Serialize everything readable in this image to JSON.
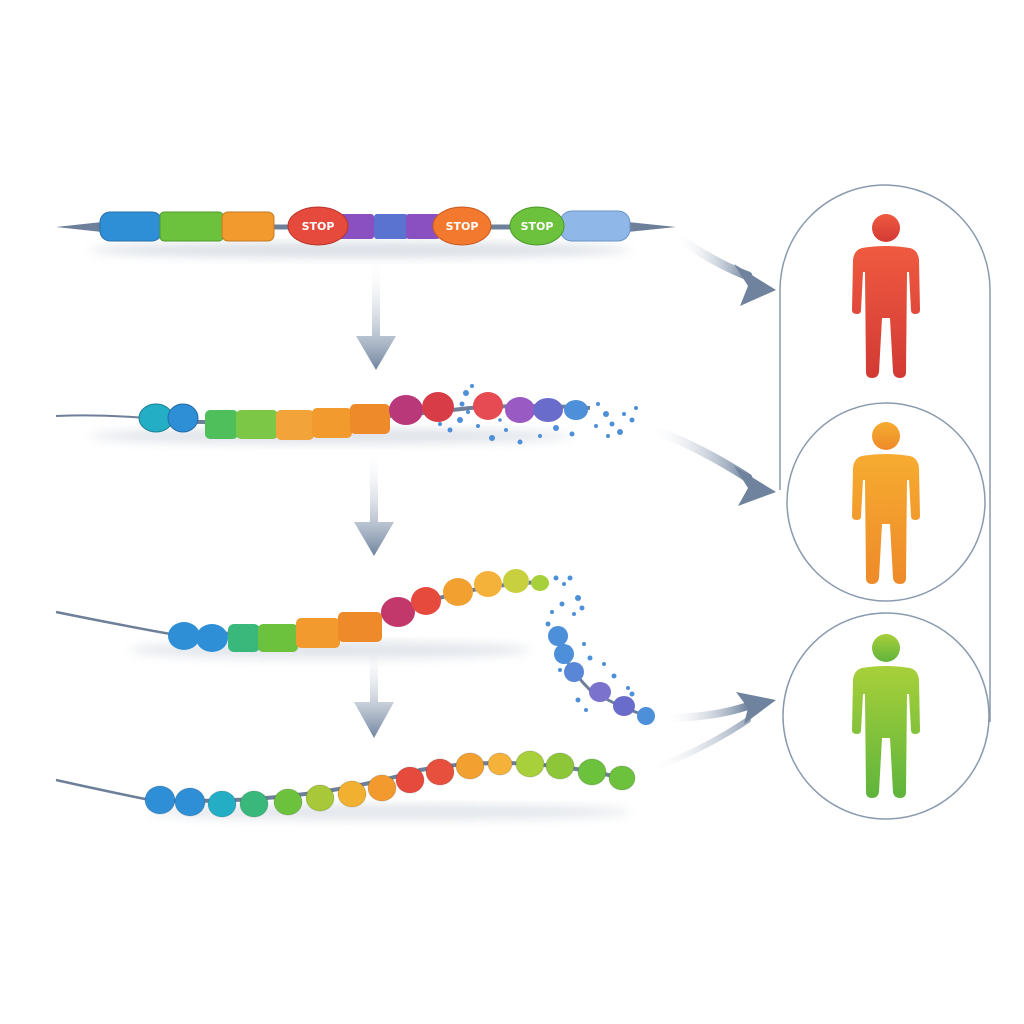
{
  "labels": {
    "stop_1": "STOP",
    "stop_2": "STOP",
    "stop_3": "STOP"
  },
  "colors": {
    "blue": "#2e8fd6",
    "teal": "#24aec6",
    "green": "#6cc23c",
    "orange": "#f29a2e",
    "red": "#e64a3c",
    "magenta": "#b8387a",
    "purple": "#8a4fc0",
    "indigo": "#6a6ccc",
    "light_blue": "#8fb8e8",
    "fragment_blue": "#4d8fd8",
    "arrow": "#7d8ea8",
    "outline": "#6d7f99",
    "panel_stroke": "#8a9aae",
    "person_red": "#e8503d",
    "person_orange": "#f2a030",
    "person_green": "#8ec63a"
  },
  "icons": {
    "row_arrow": "arrow-down-icon",
    "side_arrow": "curved-arrow-right-icon",
    "person": "person-icon",
    "fragments": "debris-fragments-icon"
  },
  "legend": {
    "outcomes": [
      "person-red",
      "person-orange",
      "person-green"
    ]
  }
}
